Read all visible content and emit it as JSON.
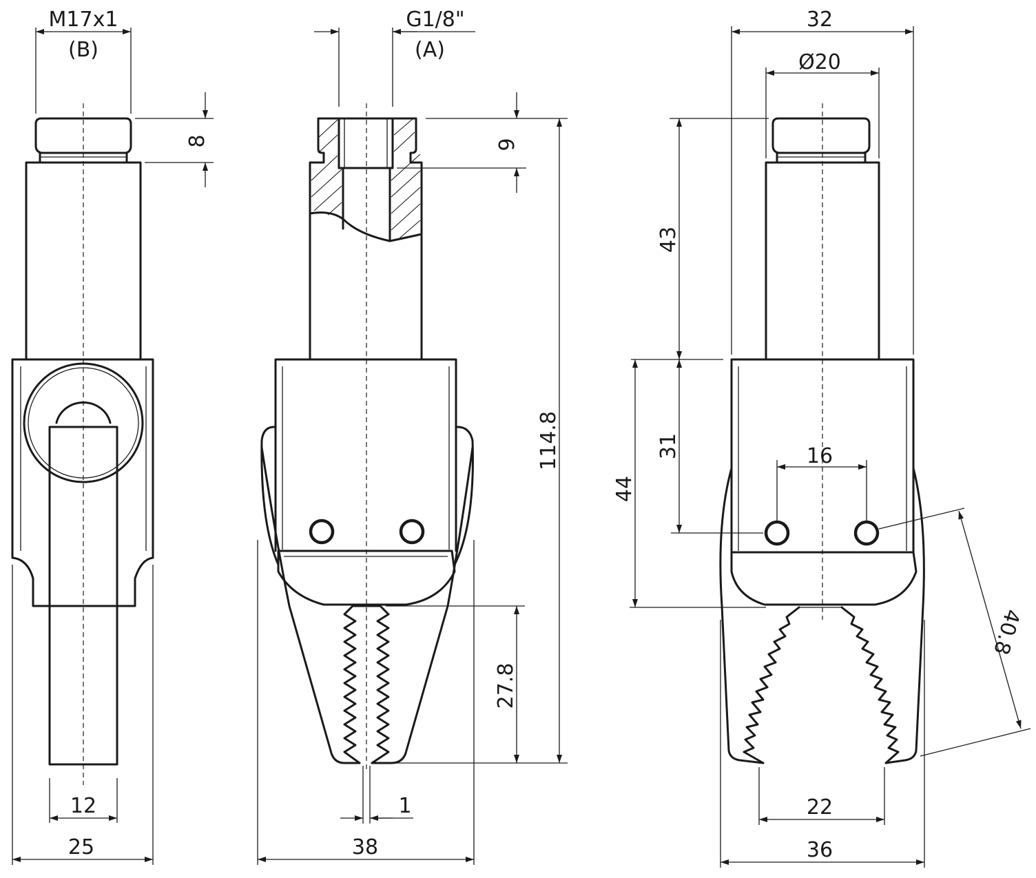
{
  "dimensions": {
    "left": {
      "thread": "M17x1",
      "thread_port": "(B)",
      "thread_len": "8",
      "finger_width": "12",
      "overall_width": "25"
    },
    "middle": {
      "port_thread": "G1/8\"",
      "port_label": "(A)",
      "port_depth": "9",
      "overall_length": "114.8",
      "jaw_length": "27.8",
      "jaw_gap": "1",
      "overall_width": "38"
    },
    "right": {
      "body_width": "32",
      "shaft_diameter": "Ø20",
      "shaft_length": "43",
      "body_length": "31",
      "jaw_pivot_height": "44",
      "hole_spacing": "16",
      "jaw_arm_length": "40.8",
      "jaw_opening": "22",
      "overall_width": "36"
    }
  }
}
